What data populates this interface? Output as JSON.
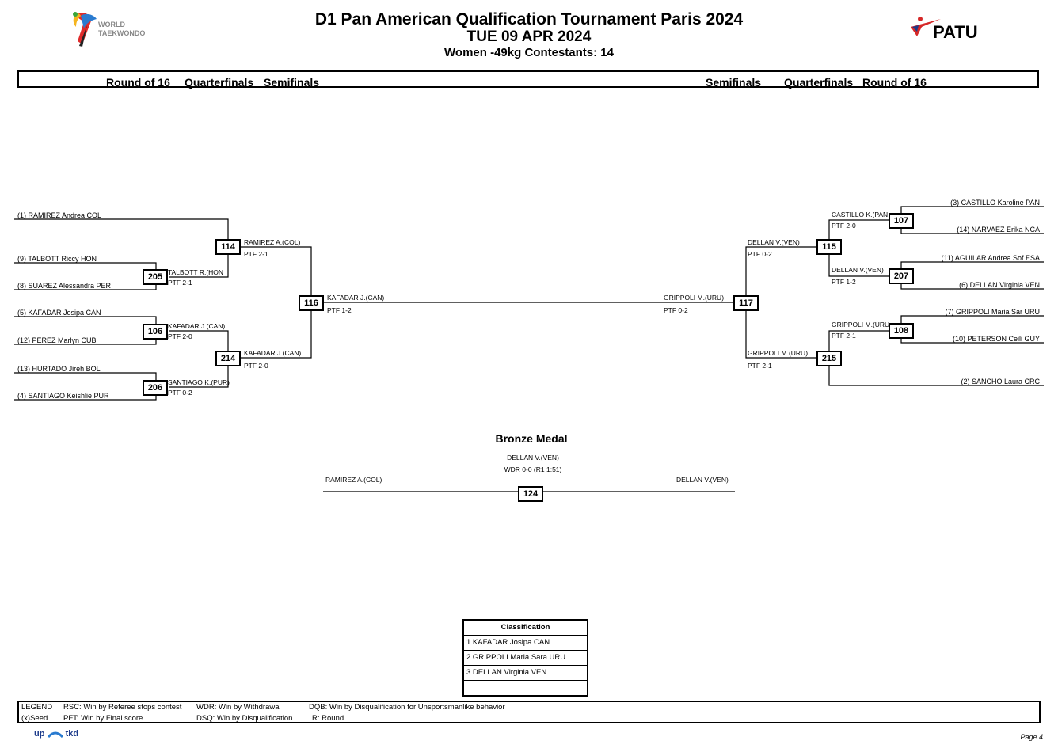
{
  "header": {
    "title": "D1 Pan American Qualification Tournament Paris 2024",
    "date": "TUE 09 APR 2024",
    "category": "Women -49kg  Contestants: 14",
    "logo_left_text": [
      "WORLD",
      "TAEKWONDO"
    ],
    "logo_right_text": "PATU"
  },
  "rounds": {
    "left": [
      "Round of 16",
      "Quarterfinals",
      "Semifinals"
    ],
    "right": [
      "Semifinals",
      "Quarterfinals",
      "Round of 16"
    ]
  },
  "left_entries": [
    "(1) RAMIREZ Andrea COL",
    "(9) TALBOTT Riccy HON",
    "(8) SUAREZ Alessandra PER",
    "(5) KAFADAR Josipa CAN",
    "(12) PEREZ Marlyn CUB",
    "(13) HURTADO Jireh BOL",
    "(4) SANTIAGO Keishlie PUR"
  ],
  "right_entries": [
    "(3) CASTILLO Karoline PAN",
    "(14) NARVAEZ Erika NCA",
    "(11) AGUILAR Andrea Sof ESA",
    "(6) DELLAN Virginia VEN",
    "(7) GRIPPOLI Maria Sar URU",
    "(10) PETERSON Ceili GUY",
    "(2) SANCHO Laura CRC"
  ],
  "matches": {
    "m205": {
      "no": "205",
      "winner": "TALBOTT R.(HON",
      "score": "PTF 2-1"
    },
    "m106": {
      "no": "106",
      "winner": "KAFADAR J.(CAN)",
      "score": "PTF 2-0"
    },
    "m206": {
      "no": "206",
      "winner": "SANTIAGO K.(PUR)",
      "score": "PTF 0-2"
    },
    "m114": {
      "no": "114",
      "winner": "RAMIREZ A.(COL)",
      "score": "PTF 2-1"
    },
    "m214": {
      "no": "214",
      "winner": "KAFADAR J.(CAN)",
      "score": "PTF 2-0"
    },
    "m116": {
      "no": "116",
      "winner": "KAFADAR J.(CAN)",
      "score": "PTF 1-2"
    },
    "m107": {
      "no": "107",
      "winner": "CASTILLO K.(PAN",
      "score": "PTF 2-0"
    },
    "m207": {
      "no": "207",
      "winner": "DELLAN V.(VEN)",
      "score": "PTF 1-2"
    },
    "m108": {
      "no": "108",
      "winner": "GRIPPOLI M.(URU",
      "score": "PTF 2-1"
    },
    "m115": {
      "no": "115",
      "winner": "DELLAN V.(VEN)",
      "score": "PTF 0-2"
    },
    "m215": {
      "no": "215",
      "winner": "GRIPPOLI M.(URU)",
      "score": "PTF 2-1"
    },
    "m117": {
      "no": "117",
      "winner": "GRIPPOLI M.(URU)",
      "score": "PTF 0-2"
    }
  },
  "bronze": {
    "title": "Bronze Medal",
    "winner": "DELLAN V.(VEN)",
    "score": "WDR 0-0 (R1 1:51)",
    "left": "RAMIREZ A.(COL)",
    "right": "DELLAN V.(VEN)",
    "match_no": "124"
  },
  "classification": {
    "title": "Classification",
    "rows": [
      "1 KAFADAR Josipa CAN",
      "2 GRIPPOLI Maria Sara URU",
      "3 DELLAN Virginia VEN",
      ""
    ]
  },
  "legend": {
    "label": "LEGEND",
    "seed": "(x)Seed",
    "rsc": "RSC: Win by Referee stops contest",
    "pft": "PFT: Win by Final score",
    "wdr": "WDR: Win by Withdrawal",
    "dsq": "DSQ: Win by Disqualification",
    "dqb": "DQB: Win by Disqualification for Unsportsmanlike behavior",
    "r": "R: Round"
  },
  "footer": {
    "brand": [
      "up",
      "tkd"
    ],
    "page": "Page 4"
  }
}
